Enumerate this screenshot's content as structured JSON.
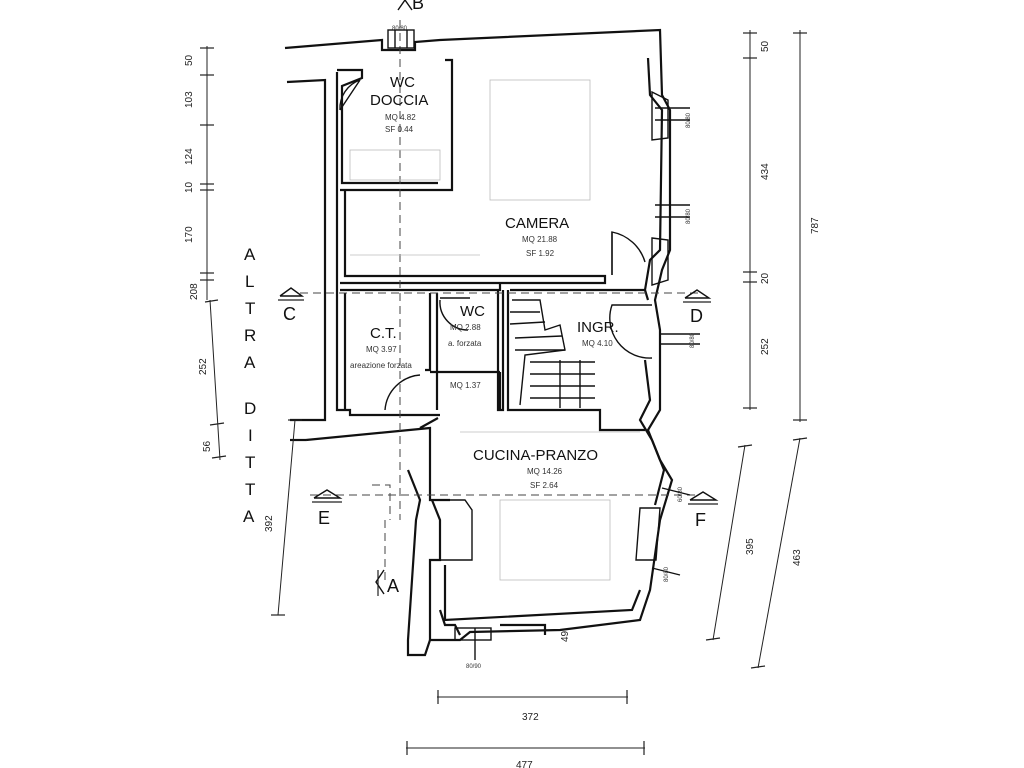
{
  "rooms": {
    "wc_doccia": {
      "name_line1": "WC",
      "name_line2": "DOCCIA",
      "mq": "MQ 4.82",
      "sf": "SF 0.44"
    },
    "camera": {
      "name": "CAMERA",
      "mq": "MQ 21.88",
      "sf": "SF 1.92"
    },
    "wc_small": {
      "name": "WC",
      "mq": "MQ 2.88",
      "note": "a. forzata"
    },
    "ct": {
      "name": "C.T.",
      "mq": "MQ 3.97",
      "note": "areazione forzata"
    },
    "disimpegno": {
      "mq": "MQ 1.37"
    },
    "ingresso": {
      "name": "INGR.",
      "mq": "MQ 4.10"
    },
    "cucina_pranzo": {
      "name": "CUCINA-PRANZO",
      "mq": "MQ 14.26",
      "sf": "SF 2.64"
    }
  },
  "neighbor": {
    "letters": [
      "A",
      "L",
      "T",
      "R",
      "A",
      "D",
      "I",
      "T",
      "T",
      "A"
    ]
  },
  "sections": {
    "a": "A",
    "b": "B",
    "c": "C",
    "d": "D",
    "e": "E",
    "f": "F"
  },
  "dimensions": {
    "left_chain": [
      "50",
      "103",
      "124",
      "10",
      "170",
      "208",
      "252",
      "56"
    ],
    "right_chain_inner": [
      "50",
      "434",
      "20",
      "252"
    ],
    "right_total_upper": "787",
    "right_lower_inner": "395",
    "right_lower_outer": "463",
    "left_lower": "392",
    "bottom_inner": "372",
    "bottom_outer": "477",
    "bottom_window": "49",
    "window_small": [
      "80/80",
      "80/80",
      "80/80",
      "80/80",
      "60/80",
      "80/80",
      "80/90"
    ]
  }
}
